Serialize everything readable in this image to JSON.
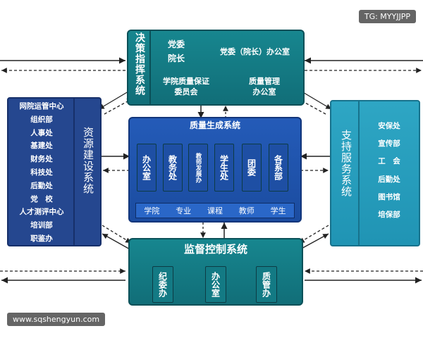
{
  "watermark_top": "TG: MYYJJPP",
  "watermark_bottom": "www.sqshengyun.com",
  "decision": {
    "title": "决策指挥系统",
    "party_committee": "党委",
    "dean": "院长",
    "party_office": "党委（院长）办公室",
    "quality_committee_line1": "学院质量保证",
    "quality_committee_line2": "委员会",
    "quality_office_line1": "质量管理",
    "quality_office_line2": "办公室"
  },
  "resources": {
    "title": "资源建设系统",
    "items": [
      "网院运管中心",
      "组织部",
      "人事处",
      "基建处",
      "财务处",
      "科技处",
      "后勤处",
      "党　校",
      "人才测评中心",
      "培训部",
      "职鉴办"
    ]
  },
  "quality": {
    "title": "质量生成系统",
    "units": [
      "办公室",
      "教务处",
      "教师发展办",
      "学生处",
      "团委",
      "各系部"
    ],
    "bottom": [
      "学院",
      "专业",
      "课程",
      "教师",
      "学生"
    ]
  },
  "support": {
    "title": "支持服务系统",
    "items": [
      "安保处",
      "宣传部",
      "工　会",
      "后勤处",
      "图书馆",
      "培保部"
    ]
  },
  "supervision": {
    "title": "监督控制系统",
    "units": [
      "纪委办",
      "办公室",
      "质管办"
    ]
  },
  "colors": {
    "teal": "#137a84",
    "blue": "#1f54ad",
    "cyan": "#27a0bf",
    "navy": "#25478f",
    "line": "#222222"
  }
}
